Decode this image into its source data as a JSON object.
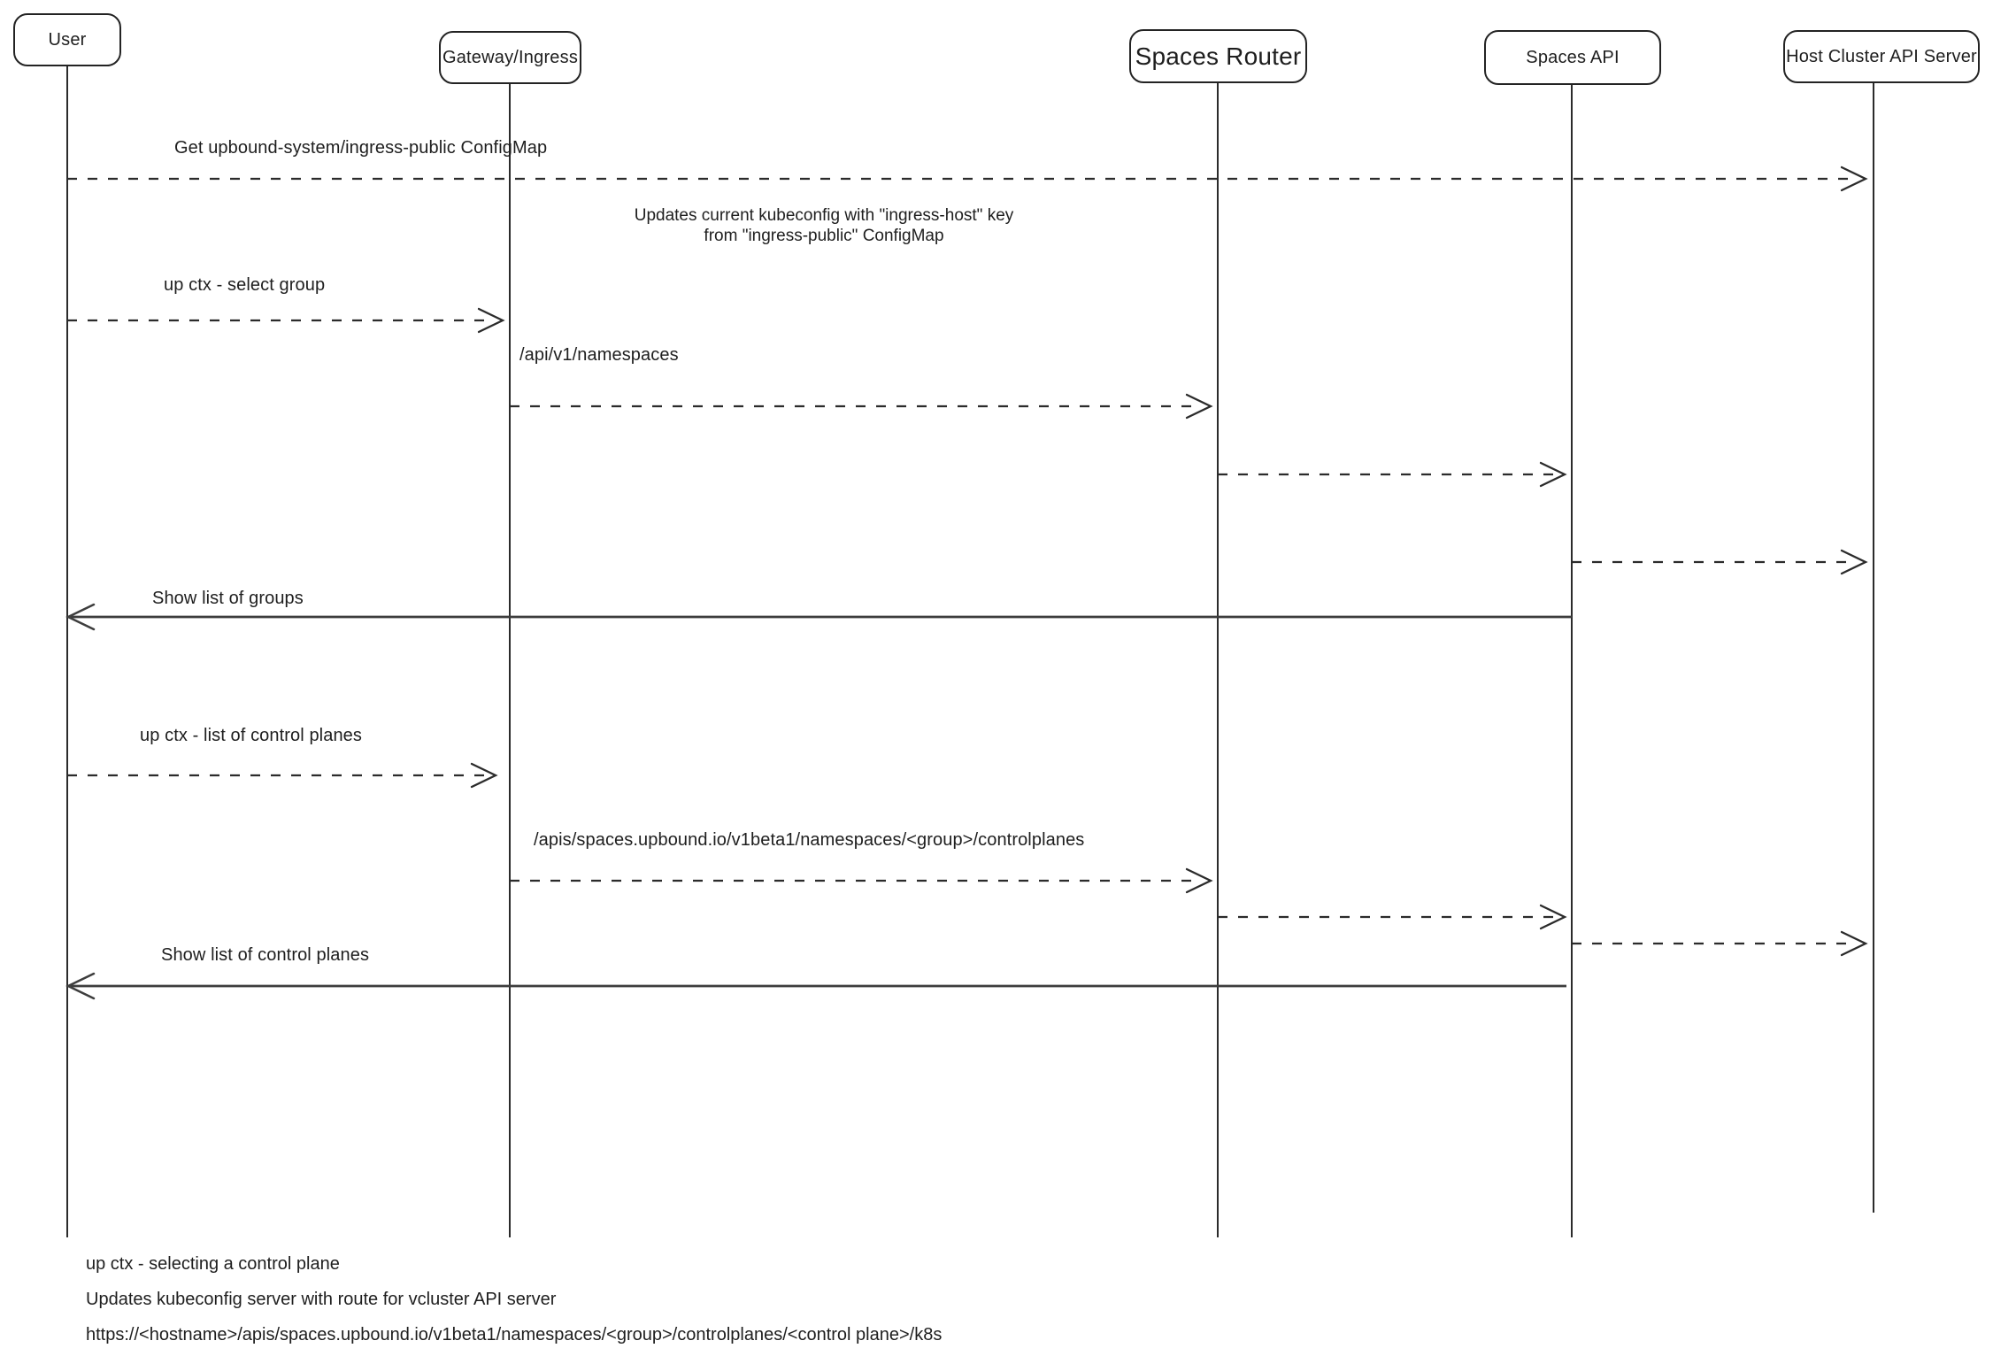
{
  "diagram": {
    "kind": "sequence-diagram",
    "colors": {
      "stroke": "#2b2b2b",
      "solid_arrow": "#3d3d3d",
      "background": "#ffffff",
      "text": "#1e1e1e"
    },
    "actors": [
      {
        "id": "user",
        "label": "User"
      },
      {
        "id": "gateway-ingress",
        "label": "Gateway/Ingress"
      },
      {
        "id": "spaces-router",
        "label": "Spaces Router"
      },
      {
        "id": "spaces-api",
        "label": "Spaces API"
      },
      {
        "id": "host-cluster-api-server",
        "label": "Host Cluster API Server"
      }
    ],
    "messages": [
      {
        "from": "User",
        "to": "Host Cluster API Server",
        "style": "dashed",
        "label": "Get upbound-system/ingress-public ConfigMap"
      },
      {
        "from": "User",
        "to": "Gateway/Ingress",
        "style": "dashed",
        "label": "up ctx - select group"
      },
      {
        "from": "Gateway/Ingress",
        "to": "Spaces Router",
        "style": "dashed",
        "label": "/api/v1/namespaces"
      },
      {
        "from": "Spaces Router",
        "to": "Spaces API",
        "style": "dashed",
        "label": ""
      },
      {
        "from": "Spaces API",
        "to": "Host Cluster API Server",
        "style": "dashed",
        "label": ""
      },
      {
        "from": "Spaces API",
        "to": "User",
        "style": "solid",
        "label": "Show list of groups"
      },
      {
        "from": "User",
        "to": "Gateway/Ingress",
        "style": "dashed",
        "label": "up ctx - list of control planes"
      },
      {
        "from": "Gateway/Ingress",
        "to": "Spaces Router",
        "style": "dashed",
        "label": "/apis/spaces.upbound.io/v1beta1/namespaces/<group>/controlplanes"
      },
      {
        "from": "Spaces Router",
        "to": "Spaces API",
        "style": "dashed",
        "label": ""
      },
      {
        "from": "Spaces API",
        "to": "Host Cluster API Server",
        "style": "dashed",
        "label": ""
      },
      {
        "from": "Spaces API",
        "to": "User",
        "style": "solid",
        "label": "Show list of control planes"
      }
    ],
    "note": {
      "line1": "Updates current kubeconfig with \"ingress-host\" key",
      "line2": "from \"ingress-public\" ConfigMap"
    },
    "footnotes": [
      "up ctx - selecting a control plane",
      "Updates kubeconfig server with route for vcluster API server",
      "https://<hostname>/apis/spaces.upbound.io/v1beta1/namespaces/<group>/controlplanes/<control plane>/k8s"
    ]
  }
}
